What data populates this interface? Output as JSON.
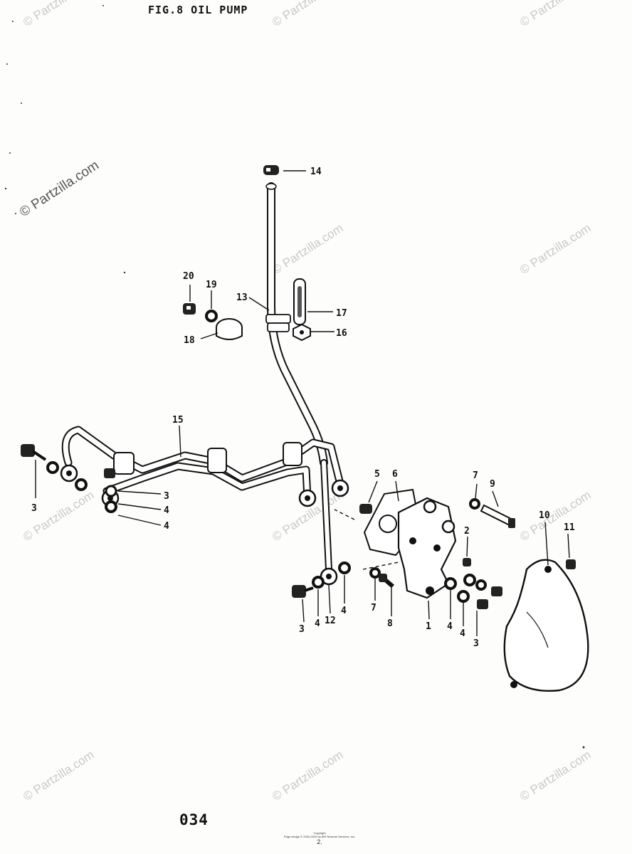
{
  "figure": {
    "title": "FIG.8  OIL PUMP",
    "page_number": "034",
    "footer_line1": "Copyright",
    "footer_line2": "Page design © 2004-2019 by ARI Network Services, Inc.",
    "footer_line3": "2."
  },
  "watermarks": [
    {
      "text": "© Partzilla.com"
    },
    {
      "text": "© Partzilla.com"
    },
    {
      "text": "© Partzilla.com"
    },
    {
      "text": "© Partzilla.com"
    },
    {
      "text": "© Partzilla.com"
    },
    {
      "text": "© Partzilla.com"
    },
    {
      "text": "© Partzilla.com"
    },
    {
      "text": "© Partzilla.com"
    },
    {
      "text": "© Partzilla.com"
    },
    {
      "text": "© Partzilla.com"
    },
    {
      "text": "© Partzilla.com"
    },
    {
      "text": "© Partzilla.com"
    }
  ],
  "watermark_main": "© Partzilla.com",
  "callouts": [
    "14",
    "20",
    "19",
    "13",
    "17",
    "18",
    "16",
    "15",
    "3",
    "3",
    "4",
    "4",
    "5",
    "6",
    "7",
    "9",
    "10",
    "11",
    "2",
    "4",
    "12",
    "4",
    "3",
    "7",
    "8",
    "1",
    "4",
    "4",
    "3"
  ]
}
